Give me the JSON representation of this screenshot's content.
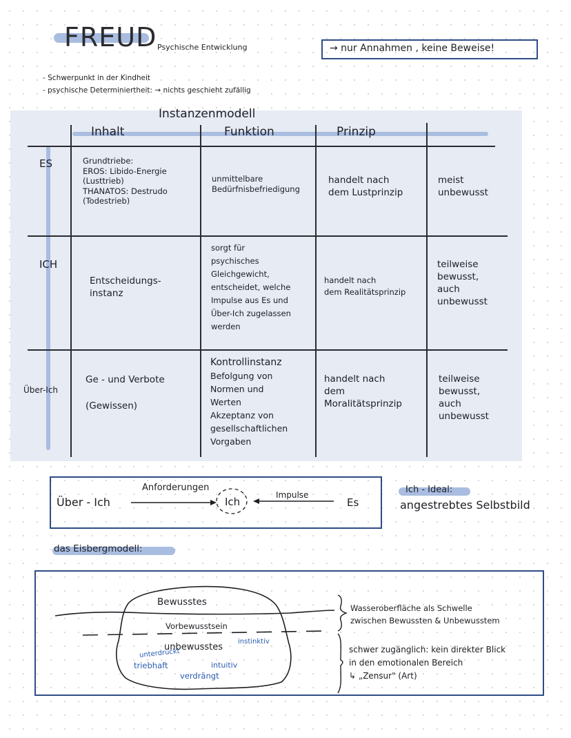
{
  "header": {
    "title": "FREUD",
    "subtitle": "Psychische Entwicklung",
    "note": "→ nur Annahmen , keine Beweise!"
  },
  "bullets": [
    "- Schwerpunkt in der Kindheit",
    "- psychische Determiniertheit:  → nichts geschieht zufällig"
  ],
  "model": {
    "title": "Instanzenmodell",
    "headers": [
      "Inhalt",
      "Funktion",
      "Prinzip"
    ],
    "rows": [
      {
        "label": "ES",
        "inhalt": [
          "Grundtriebe:",
          "EROS: Libido-Energie",
          "(Lusttrieb)",
          "THANATOS: Destrudo",
          "(Todestrieb)"
        ],
        "funktion": [
          "unmittelbare",
          "Bedürfnisbefriedigung"
        ],
        "prinzip": [
          "handelt nach",
          "dem Lustprinzip"
        ],
        "bewusst": [
          "meist",
          "unbewusst"
        ]
      },
      {
        "label": "ICH",
        "inhalt": [
          "Entscheidungs-",
          "instanz"
        ],
        "funktion": [
          "sorgt für",
          "psychisches",
          "Gleichgewicht,",
          "entscheidet, welche",
          "Impulse aus Es und",
          "Über-Ich zugelassen",
          "werden"
        ],
        "prinzip": [
          "handelt nach",
          "dem Realitätsprinzip"
        ],
        "bewusst": [
          "teilweise",
          "bewusst,",
          "auch",
          "unbewusst"
        ]
      },
      {
        "label": "Über-Ich",
        "inhalt": [
          "Ge - und Verbote",
          "",
          "(Gewissen)"
        ],
        "funktion": [
          "Kontrollinstanz",
          "Befolgung von",
          "Normen und",
          "Werten",
          "Akzeptanz von",
          "gesellschaftlichen",
          "Vorgaben"
        ],
        "prinzip": [
          "handelt nach",
          "dem",
          "Moralitätsprinzip"
        ],
        "bewusst": [
          "teilweise",
          "bewusst,",
          "auch",
          "unbewusst"
        ]
      }
    ]
  },
  "structure": {
    "ueber_ich": "Über - Ich",
    "anforderungen": "Anforderungen",
    "ich": "Ich",
    "impulse": "Impulse",
    "es": "Es"
  },
  "ideal": {
    "label": "Ich - Ideal:",
    "text": "angestrebtes Selbstbild"
  },
  "eisberg": {
    "title": "das Eisbergmodell:",
    "bewusstes": "Bewusstes",
    "vorbewusstsein": "Vorbewusstsein",
    "unbewusstes": "unbewusstes",
    "words": [
      "instinktiv",
      "unterdrückt",
      "triebhaft",
      "intuitiv",
      "verdrängt"
    ],
    "note1": [
      "Wasseroberfläche als Schwelle",
      "zwischen Bewussten & Unbewusstem"
    ],
    "note2": [
      "schwer zugänglich: kein direkter Blick",
      "in den emotionalen Bereich",
      "↳ „Zensur\" (Art)"
    ]
  },
  "colors": {
    "highlight": "#a9bde0",
    "frame": "#2e4c86",
    "blue_text": "#2a5db0",
    "panel": "#e6ebf4"
  }
}
